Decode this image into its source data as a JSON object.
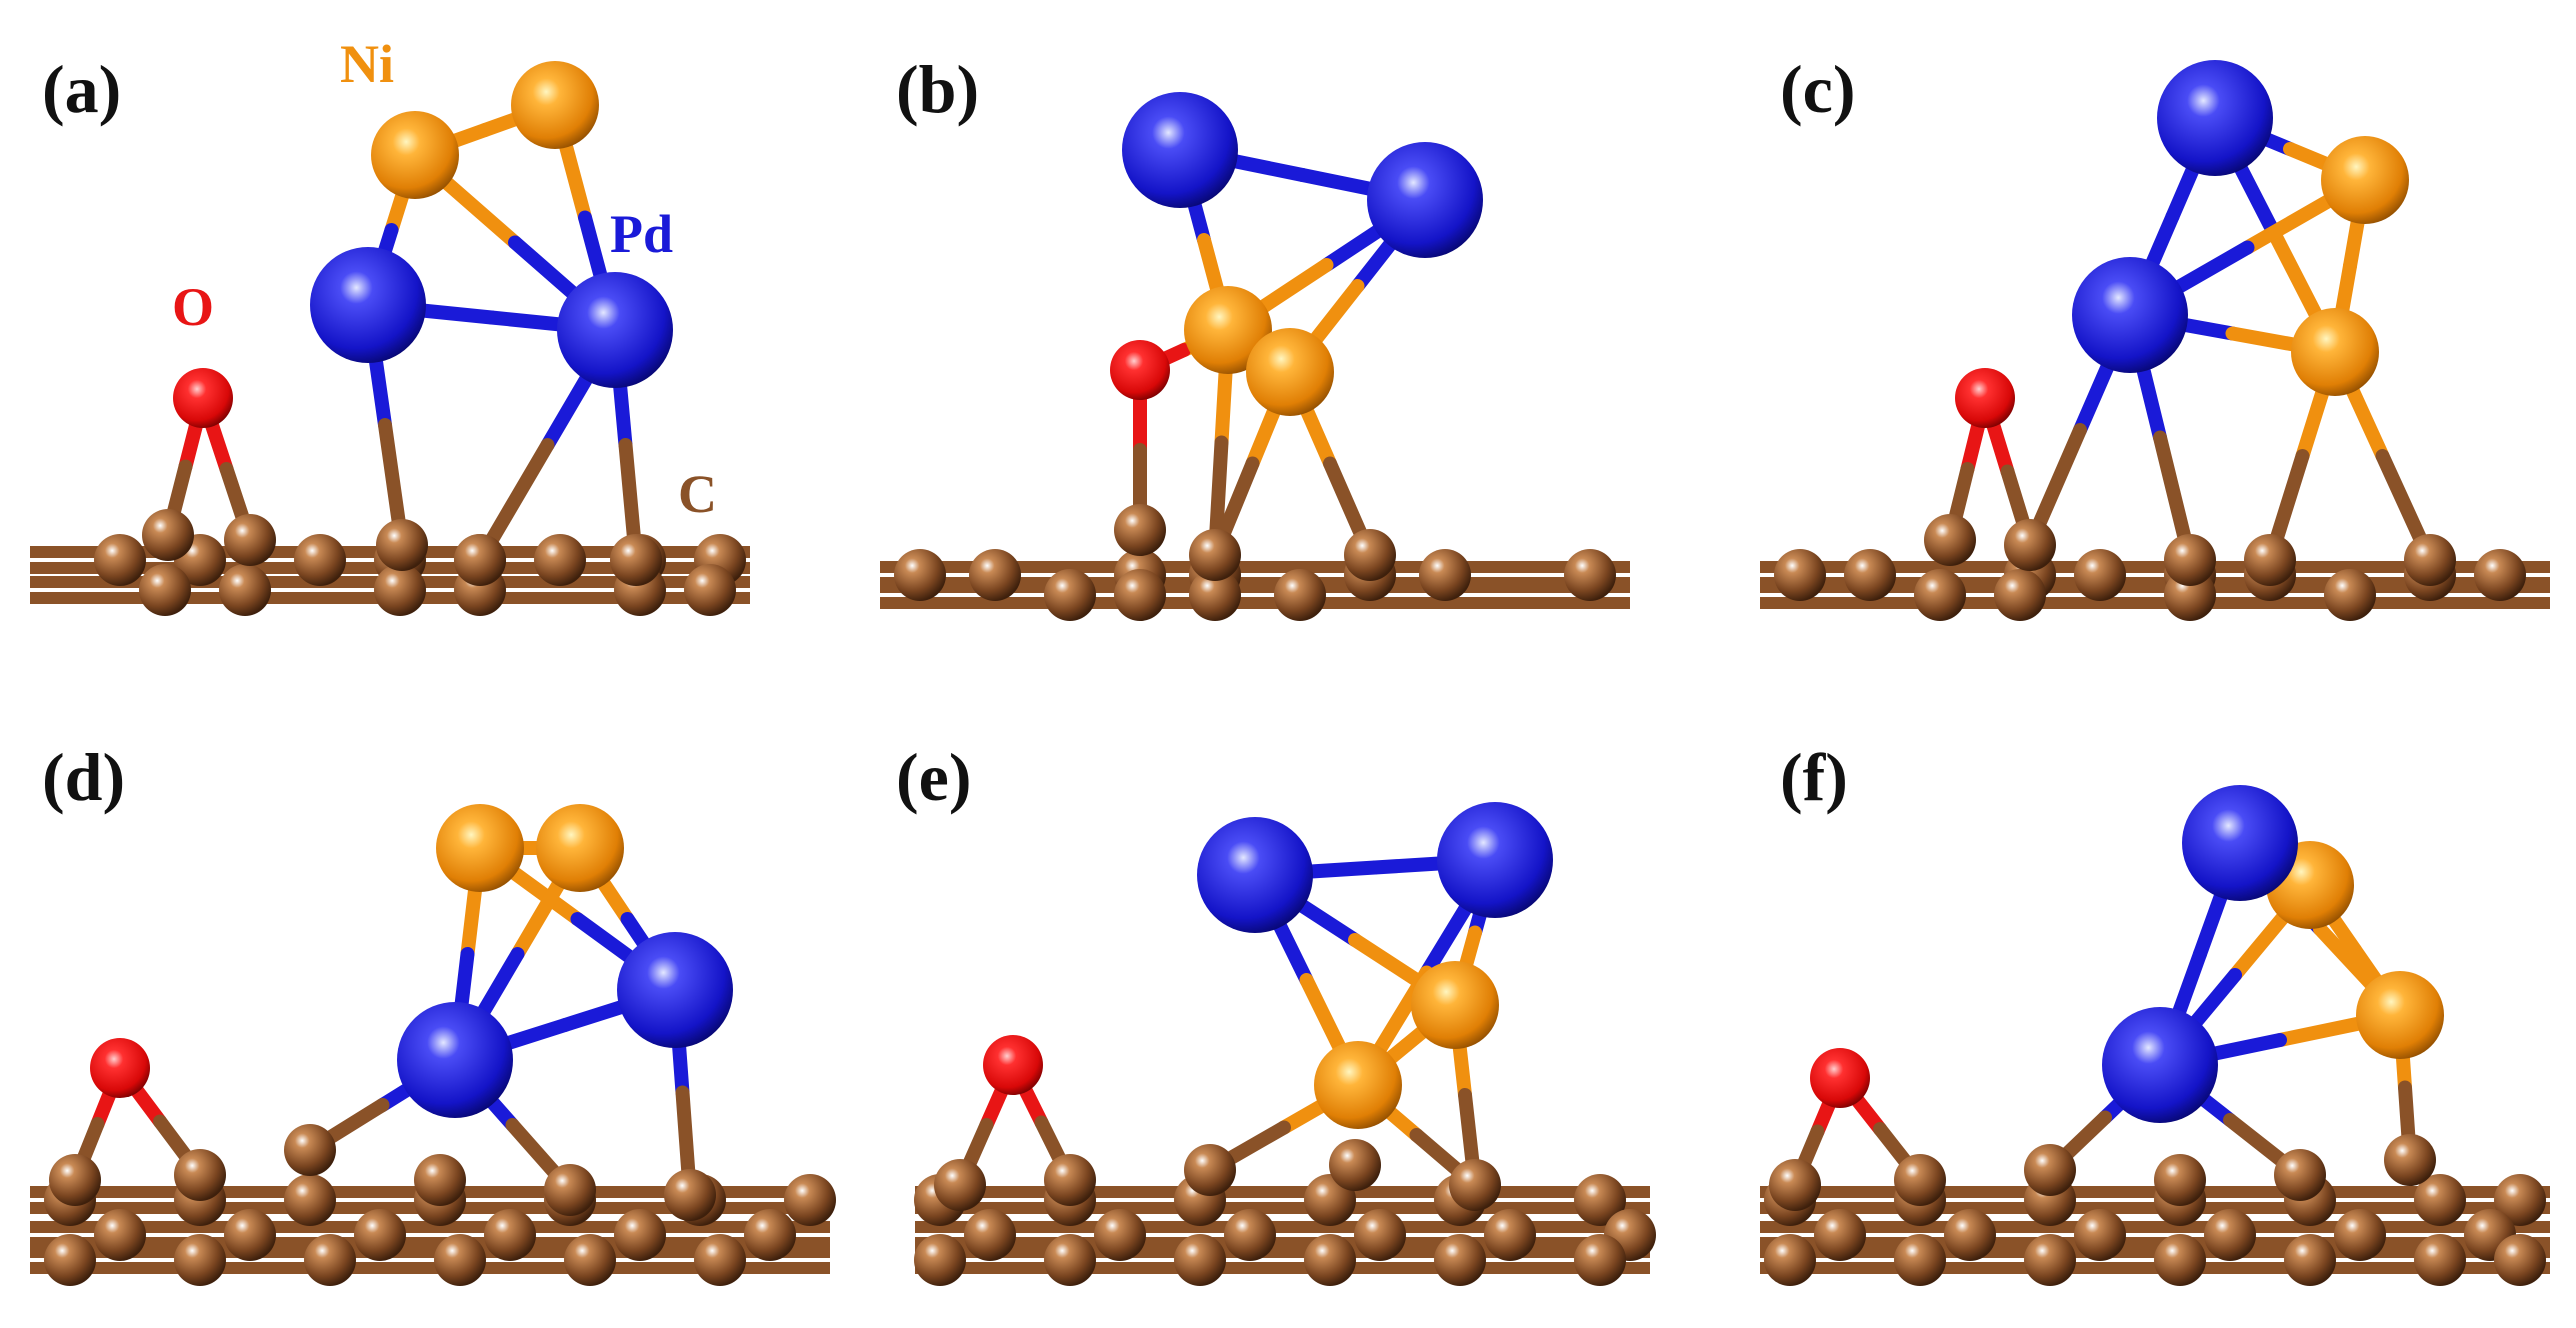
{
  "colors": {
    "Ni": "#f0900f",
    "Pd": "#1a1ad8",
    "O": "#e81515",
    "C": "#8a5228",
    "panel_label": "#111111",
    "background": "#ffffff"
  },
  "element_labels": {
    "Ni": "Ni",
    "Pd": "Pd",
    "O": "O",
    "C": "C"
  },
  "panels": [
    {
      "id": "a",
      "label": "(a)"
    },
    {
      "id": "b",
      "label": "(b)"
    },
    {
      "id": "c",
      "label": "(c)"
    },
    {
      "id": "d",
      "label": "(d)"
    },
    {
      "id": "e",
      "label": "(e)"
    },
    {
      "id": "f",
      "label": "(f)"
    }
  ]
}
